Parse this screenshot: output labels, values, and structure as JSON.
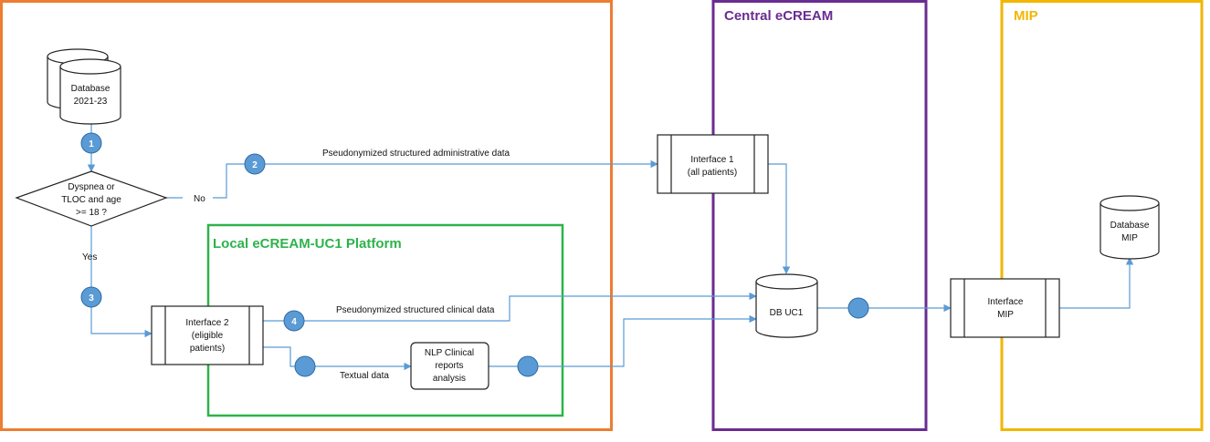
{
  "colors": {
    "local_frame": "#ed7d31",
    "platform_frame": "#2db34a",
    "central_frame": "#6a2c91",
    "mip_frame": "#f2b600",
    "connector": "#5b9bd5"
  },
  "panels": {
    "local_platform": "Local eCREAM-UC1 Platform",
    "central": "Central eCREAM",
    "mip": "MIP"
  },
  "nodes": {
    "database_2021": [
      "Database",
      "2021-23"
    ],
    "decision": [
      "Dyspnea or",
      "TLOC and age",
      ">= 18 ?"
    ],
    "interface1": [
      "Interface 1",
      "(all patients)"
    ],
    "interface2": [
      "Interface 2",
      "(eligible",
      "patients)"
    ],
    "nlp": [
      "NLP Clinical",
      "reports",
      "analysis"
    ],
    "db_uc1": "DB UC1",
    "interface_mip": [
      "Interface",
      "MIP"
    ],
    "database_mip": [
      "Database",
      "MIP"
    ]
  },
  "labels": {
    "no": "No",
    "yes": "Yes",
    "admin_data": "Pseudonymized  structured administrative data",
    "clinical_data": "Pseudonymized  structured clinical data",
    "textual_data": "Textual data"
  },
  "steps": [
    "1",
    "2",
    "3",
    "4"
  ]
}
